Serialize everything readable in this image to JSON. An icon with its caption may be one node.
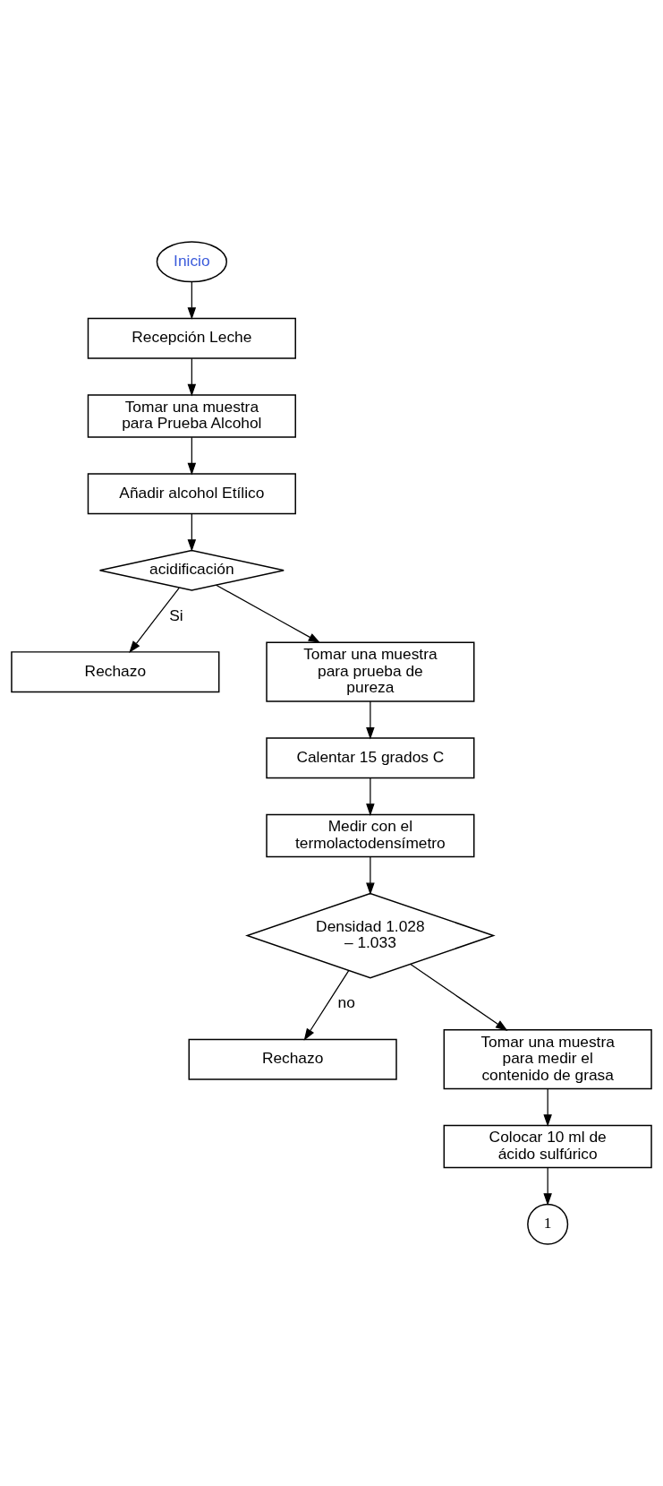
{
  "diagram": {
    "nodes": [
      {
        "text": [
          "Inicio"
        ]
      },
      {
        "text": [
          "Recepción Leche"
        ]
      },
      {
        "text": [
          "Tomar una muestra para Prueba Alcohol"
        ]
      },
      {
        "text": [
          "Añadir alcohol Etílico"
        ]
      },
      {
        "text": [
          "acidificación"
        ]
      },
      {
        "text": [
          "Rechazo"
        ]
      },
      {
        "text": [
          "Tomar una muestra para prueba de pureza"
        ]
      },
      {
        "text": [
          "Calentar 15 grados C"
        ]
      },
      {
        "text": [
          "Medir con el termolactodensímetro"
        ]
      },
      {
        "text": [
          "Densidad 1.028 – 1.033"
        ]
      },
      {
        "text": [
          "Rechazo"
        ]
      },
      {
        "text": [
          "Tomar una muestra para medir el contenido de grasa"
        ]
      },
      {
        "text": [
          "Colocar 10 ml de ácido sulfúrico"
        ]
      },
      {
        "text": [
          "1"
        ]
      }
    ],
    "edges": [
      {
        "from": 0,
        "to": 1,
        "arrow": "to"
      },
      {
        "from": 1,
        "to": 2,
        "arrow": "to"
      },
      {
        "from": 2,
        "to": 3,
        "arrow": "to"
      },
      {
        "from": 3,
        "to": 4,
        "arrow": "to"
      },
      {
        "from": 4,
        "to": 6,
        "arrow": "to"
      },
      {
        "from": 4,
        "to": 5,
        "arrow": "to",
        "label": "Si"
      },
      {
        "from": 6,
        "to": 7,
        "arrow": "to"
      },
      {
        "from": 7,
        "to": 8,
        "arrow": "to"
      },
      {
        "from": 8,
        "to": 9,
        "arrow": "to"
      },
      {
        "from": 9,
        "to": 11,
        "arrow": "to"
      },
      {
        "from": 9,
        "to": 10,
        "arrow": "to",
        "label": "no"
      },
      {
        "from": 11,
        "to": 12,
        "arrow": "to"
      },
      {
        "from": 12,
        "to": 13,
        "arrow": "to"
      }
    ]
  }
}
